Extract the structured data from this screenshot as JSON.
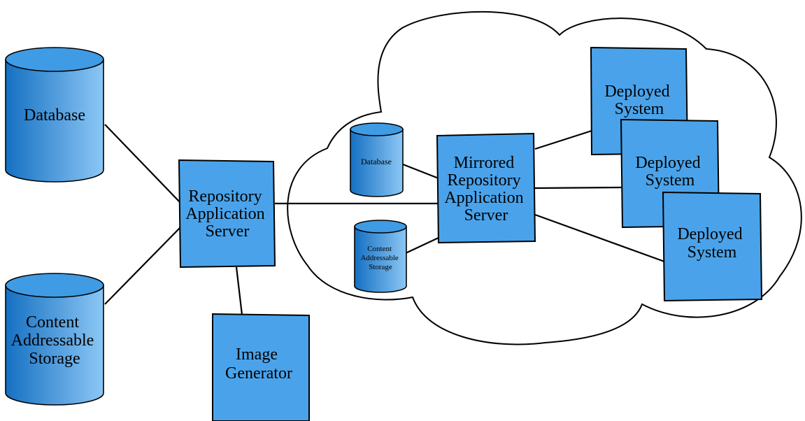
{
  "colors": {
    "box_fill": "#4aa3ea",
    "cylinder_dark": "#1570c2",
    "cylinder_light": "#8cc7f5",
    "cylinder_top": "#3f9be4",
    "outline": "#000000",
    "cloud_fill": "#ffffff"
  },
  "nodes": {
    "database": [
      "Database"
    ],
    "content_storage": [
      "Content",
      "Addressable",
      "Storage"
    ],
    "repo_server": [
      "Repository",
      "Application",
      "Server"
    ],
    "image_generator": [
      "Image",
      "Generator"
    ],
    "cloud_database": [
      "Database"
    ],
    "cloud_content_storage": [
      "Content",
      "Addressable",
      "Storage"
    ],
    "mirrored_server": [
      "Mirrored",
      "Repository",
      "Application",
      "Server"
    ],
    "deployed_1": [
      "Deployed",
      "System"
    ],
    "deployed_2": [
      "Deployed",
      "System"
    ],
    "deployed_3": [
      "Deployed",
      "System"
    ]
  }
}
